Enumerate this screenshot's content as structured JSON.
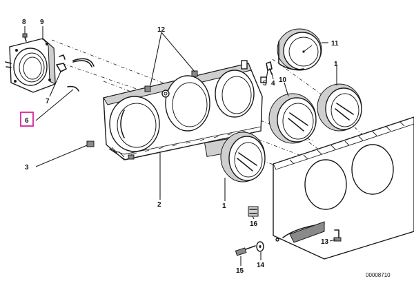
{
  "diagram": {
    "highlighted_part": "6",
    "catalog_number": "00008710",
    "callouts": [
      {
        "id": "c1a",
        "label": "1"
      },
      {
        "id": "c1b",
        "label": "1"
      },
      {
        "id": "c2",
        "label": "2"
      },
      {
        "id": "c3",
        "label": "3"
      },
      {
        "id": "c4",
        "label": "4"
      },
      {
        "id": "c5",
        "label": "5"
      },
      {
        "id": "c6",
        "label": "6"
      },
      {
        "id": "c7",
        "label": "7"
      },
      {
        "id": "c8",
        "label": "8"
      },
      {
        "id": "c9",
        "label": "9"
      },
      {
        "id": "c10",
        "label": "10"
      },
      {
        "id": "c11",
        "label": "11"
      },
      {
        "id": "c12",
        "label": "12"
      },
      {
        "id": "c13",
        "label": "13"
      },
      {
        "id": "c14",
        "label": "14"
      },
      {
        "id": "c15",
        "label": "15"
      },
      {
        "id": "c16",
        "label": "16"
      }
    ]
  }
}
